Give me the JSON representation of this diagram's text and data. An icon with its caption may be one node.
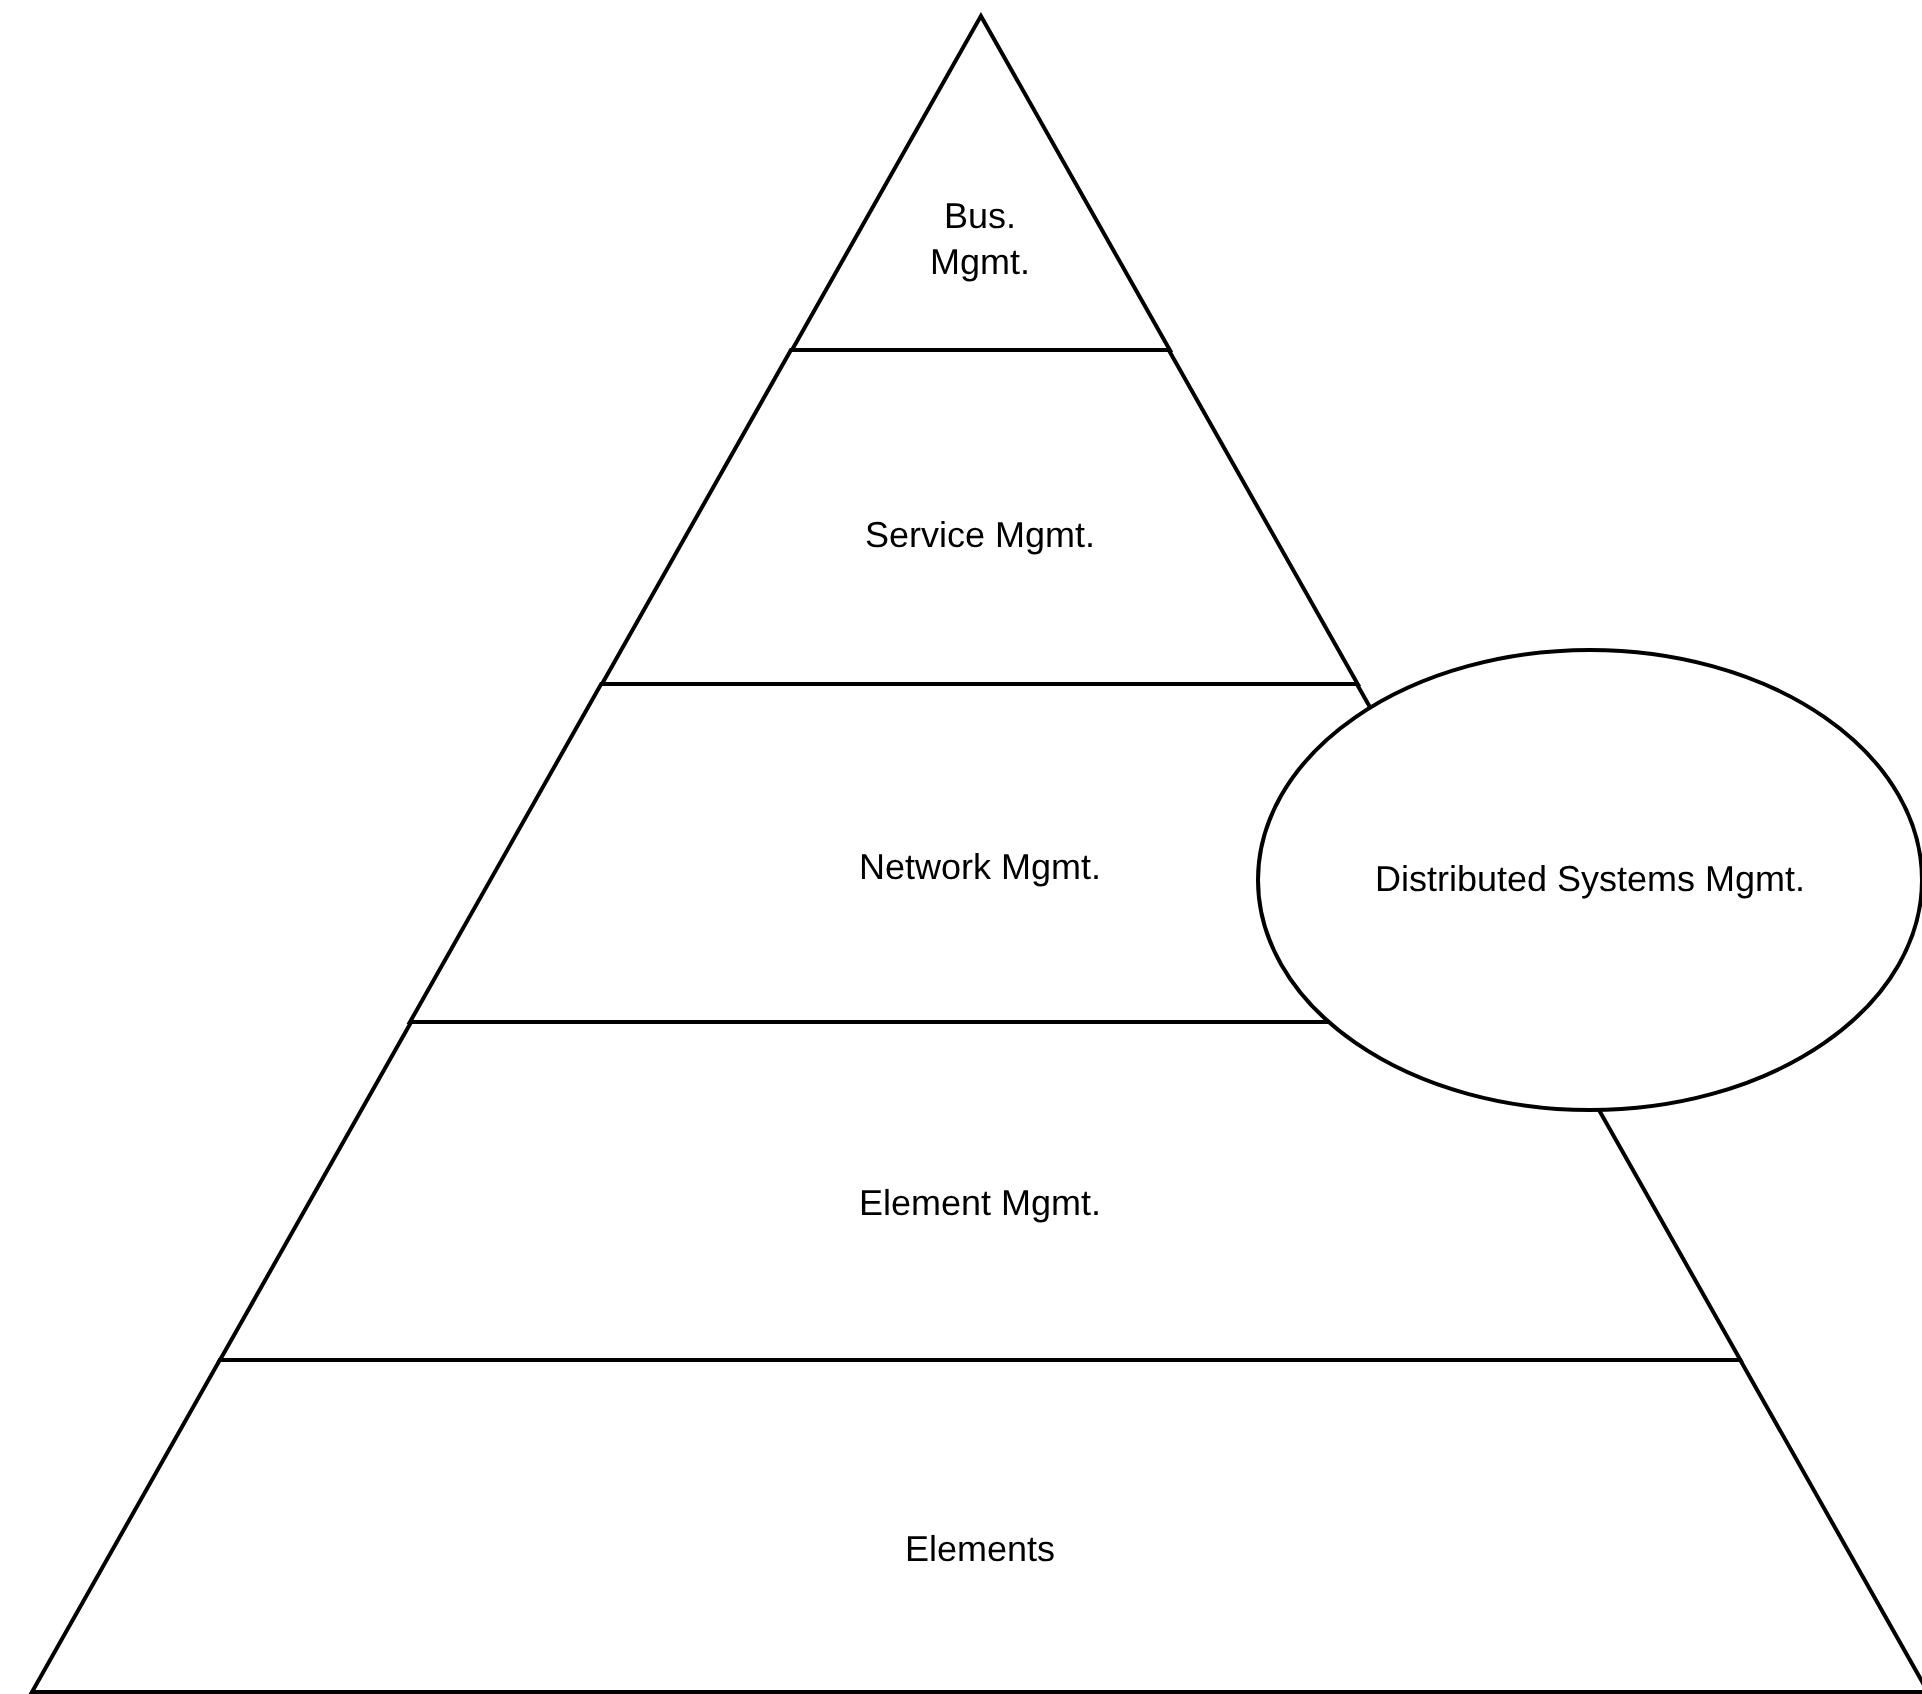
{
  "diagram": {
    "nodes": [
      {
        "text": [
          "Bus. Mgmt."
        ]
      },
      {
        "text": [
          "Service Mgmt."
        ]
      },
      {
        "text": [
          "Network Mgmt."
        ]
      },
      {
        "text": [
          "Element Mgmt."
        ]
      },
      {
        "text": [
          "Elements"
        ]
      },
      {
        "text": [
          "Distributed Systems Mgmt."
        ]
      }
    ]
  }
}
